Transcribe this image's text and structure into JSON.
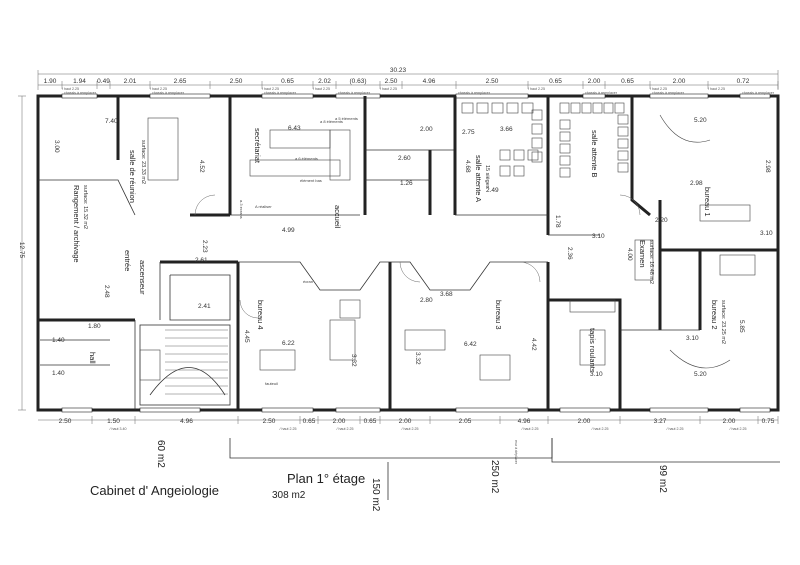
{
  "overall": {
    "total_width": "30.23",
    "total_depth": "12.75"
  },
  "top_dims": [
    "1.90",
    "1.94",
    "0.49",
    "2.01",
    "2.65",
    "2.50",
    "0.65",
    "2.02",
    "(0.63)",
    "2.50",
    "4.96",
    "2.50",
    "0.65",
    "2.00",
    "0.65",
    "2.00",
    "0.72"
  ],
  "bottom_dims": [
    "2.50",
    "1.50",
    "4.96",
    "2.50",
    "0.65",
    "2.00",
    "0.65",
    "2.00",
    "2.05",
    "4.96",
    "2.00",
    "3.27",
    "2.00",
    "0.75"
  ],
  "window_notes": {
    "top": "/ haut 2.25",
    "bottom": "/ haut 2.25",
    "bottom_first": "/ haut 3.40"
  },
  "wall_notes": {
    "top": "chassis à remplacer",
    "bottom": "mur à déplacer"
  },
  "rooms": {
    "salle_reunion": {
      "name": "salle de réunion",
      "area": "surface: 23.33 m2",
      "dims": [
        "7.40",
        "4.52",
        "3.00"
      ]
    },
    "secretariat": {
      "name": "secrétariat",
      "area": "6.43",
      "notes": [
        "a.3 ecrans",
        "a 5 éléments",
        "a 8 éléments",
        "a 6 éléments",
        "A réaliser",
        "élément bas"
      ]
    },
    "accueil": {
      "name": "accueil",
      "dims": [
        "4.99",
        "2.23",
        "2.61"
      ]
    },
    "sanitaires": {
      "dims": [
        "2.00",
        "2.75",
        "1.26",
        "2.60"
      ]
    },
    "salle_attente_a": {
      "name": "salle attente A",
      "sub": "15 sièges",
      "dims": [
        "3.66",
        "4.68",
        "2.49"
      ]
    },
    "salle_attente_b": {
      "name": "salle attente B",
      "dims": [
        "2.98"
      ]
    },
    "rangement": {
      "name": "Rangement / archivage",
      "area": "surface: 15.32 m2"
    },
    "entree": {
      "name": "entrée",
      "sub": "ascenseur",
      "dims": [
        "2.41",
        "2.48"
      ]
    },
    "hall": {
      "name": "hall",
      "dims": [
        "1.80",
        "1.40",
        "1.40"
      ]
    },
    "bureau_4": {
      "name": "bureau 4",
      "dims": [
        "6.22",
        "3.32",
        "4.45"
      ],
      "notes": [
        "écran",
        "fauteuil"
      ]
    },
    "bureau_3": {
      "name": "bureau 3",
      "dims": [
        "6.42",
        "3.32",
        "2.80",
        "3.68",
        "4.42"
      ]
    },
    "exam": {
      "name": "Examen",
      "area": "surface: 16.48 m2",
      "dims": [
        "4.00",
        "3.10",
        "2.20"
      ]
    },
    "bureau_1": {
      "name": "bureau 1",
      "dims": [
        "5.20",
        "3.10",
        "2.98"
      ]
    },
    "bureau_2": {
      "name": "bureau 2",
      "area": "surface: 23.25 m2",
      "dims": [
        "5.85",
        "5.20",
        "3.10"
      ]
    },
    "tapis": {
      "name": "tapis roulants",
      "dims": [
        "3.10",
        "1.78",
        "2.36"
      ]
    }
  },
  "labels": {
    "plan_title": "Plan 1° étage",
    "plan_area": "308 m2",
    "cabinet": "Cabinet d' Angeiologie",
    "zone_left": "60 m2",
    "zone_mid": "150 m2",
    "zone_mid2": "250 m2",
    "zone_right": "99 m2"
  },
  "colors": {
    "wall": "#222222",
    "paper": "#ffffff"
  }
}
